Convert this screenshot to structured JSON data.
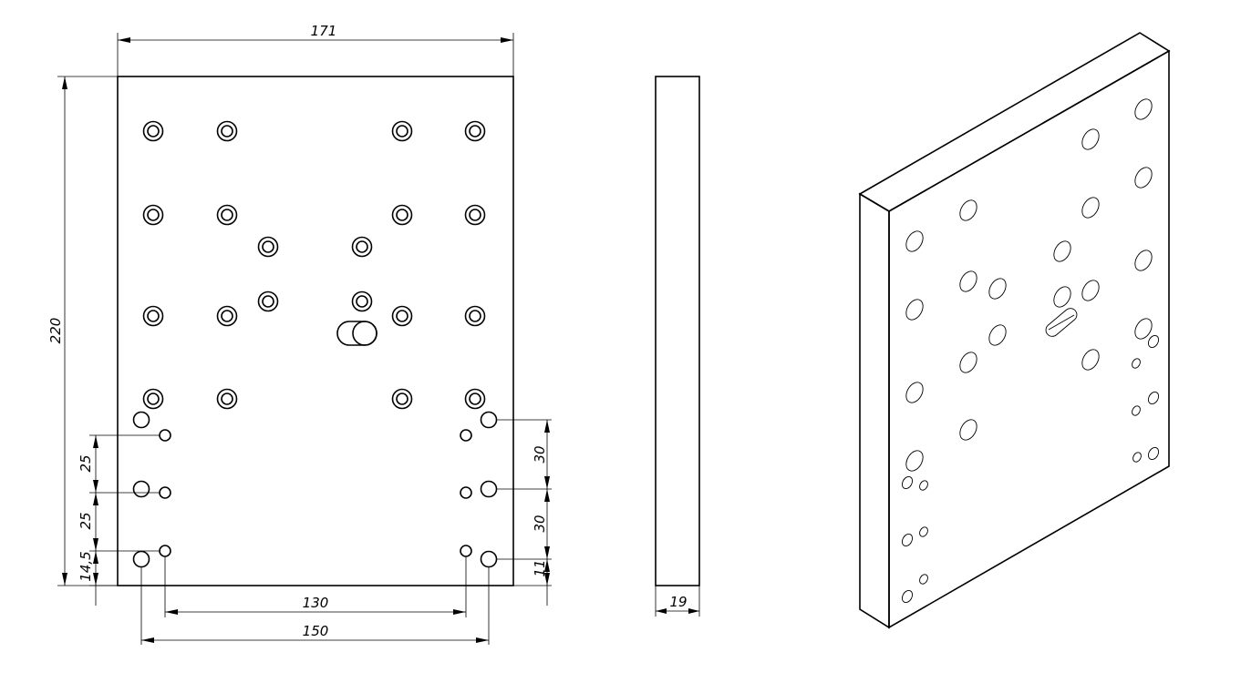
{
  "drawing": {
    "dimensions": {
      "width": "171",
      "height": "220",
      "thickness": "19",
      "left_spacing_1": "25",
      "left_spacing_2": "25",
      "left_bottom_offset": "14,5",
      "right_spacing_1": "30",
      "right_spacing_2": "30",
      "right_bottom_offset": "11",
      "inner_hole_span": "130",
      "outer_hole_span": "150"
    },
    "colors": {
      "line": "#000000",
      "background": "#ffffff"
    }
  }
}
